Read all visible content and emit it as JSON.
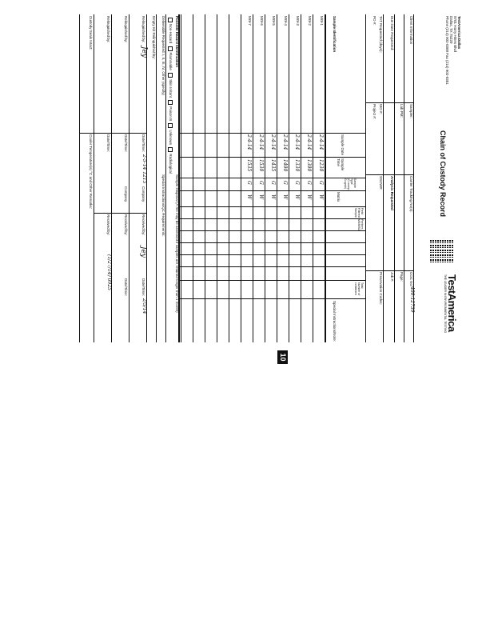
{
  "header": {
    "lab_name": "TestAmerica Dallas",
    "address_lines": [
      "9701 Harry Hines Blvd",
      "Dallas, TX 75220",
      "Phone (214) 902-0300 Fax (214) 902-0351"
    ],
    "title": "Chain of Custody Record",
    "logo": "TestAmerica",
    "logo_tagline": "THE LEADER IN ENVIRONMENTAL TESTING"
  },
  "client_info": {
    "client_contact_label": "Client Information",
    "sampler_label": "Sampler:",
    "lab_pm_label": "Lab PM:",
    "carrier_label": "Carrier Tracking No(s):",
    "coc_no_label": "COC No:",
    "coc_no": "400-12739",
    "page_label": "Page:",
    "job_label": "Job #:",
    "due_date_label": "Due Date Requested:",
    "tat_label": "TAT Requested (days):",
    "po_label": "PO #:",
    "wo_label": "WO #:",
    "project_label": "Project #:",
    "ssow_label": "SSOW#:",
    "analysis_requested": "Analysis Requested",
    "preservation_label": "Preservation Codes:"
  },
  "table": {
    "headers": [
      "Sample Identification",
      "Sample Date",
      "Sample Time",
      "Sample Type (C=comp, G=grab)",
      "Matrix",
      "Field Filtered Sample",
      "Perform MS/MSD",
      "Total Number of containers",
      "Special Instructions/Note:"
    ],
    "rows": [
      {
        "id": "MW-1",
        "date": "2-4-14",
        "time": "1230",
        "type": "G",
        "matrix": "W"
      },
      {
        "id": "MW-2",
        "date": "2-4-14",
        "time": "1300",
        "type": "G",
        "matrix": "W"
      },
      {
        "id": "MW-3",
        "date": "2-4-14",
        "time": "1330",
        "type": "G",
        "matrix": "W"
      },
      {
        "id": "MW-4",
        "date": "2-4-14",
        "time": "1400",
        "type": "G",
        "matrix": "W"
      },
      {
        "id": "MW-5",
        "date": "2-4-14",
        "time": "1435",
        "type": "G",
        "matrix": "W"
      },
      {
        "id": "MW-6",
        "date": "2-4-14",
        "time": "1530",
        "type": "G",
        "matrix": "W"
      },
      {
        "id": "MW-7",
        "date": "2-4-14",
        "time": "1535",
        "type": "G",
        "matrix": "W"
      }
    ]
  },
  "footer": {
    "hazard_label": "Possible Hazard Identification",
    "hazard_options": [
      "Non-Hazard",
      "Flammable",
      "Skin Irritant",
      "Poison B",
      "Unknown",
      "Radiological"
    ],
    "disposal_label": "Sample Disposal (A fee may be assessed if samples are retained longer than 1 month)",
    "deliverable_label": "Deliverable Requested: I, II, III, IV, Other (specify)",
    "special_label": "Special Instructions/QC Requirements:",
    "empty_kit_label": "Empty Kit Relinquished by:",
    "relinquished_label": "Relinquished by:",
    "received_label": "Received by:",
    "datetime_label": "Date/Time:",
    "company_label": "Company",
    "relinquished_1_datetime": "2-5-14 1215",
    "received_1_datetime": "2/5/14",
    "cooler_label": "Custody Seals Intact:",
    "cooler_temp_label": "Cooler Temperature(s) °C and Other Remarks:",
    "received_lab_datetime": "(1/27/14) 0925",
    "signature_text": "Jey"
  },
  "page_number": "10"
}
